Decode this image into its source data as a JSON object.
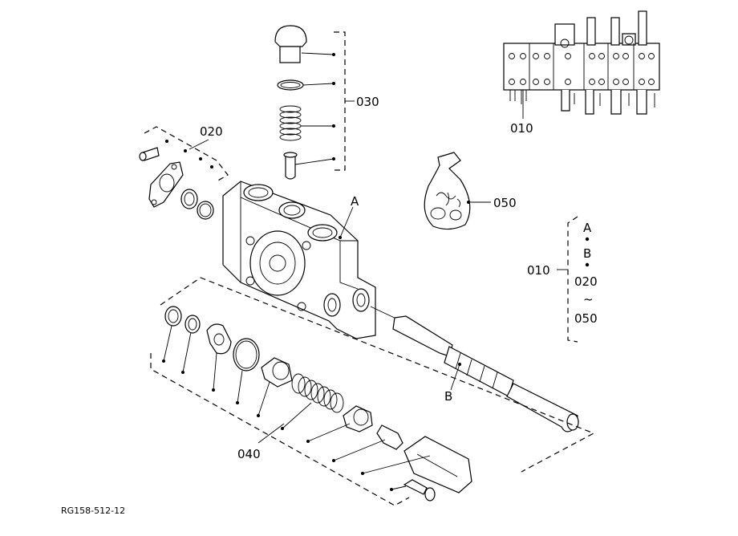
{
  "labels": {
    "p030": "030",
    "p020": "020",
    "p010_top": "010",
    "p050": "050",
    "p010_side": "010",
    "body_a": "A",
    "spool_b": "B",
    "p040": "040"
  },
  "legend": {
    "a": "A",
    "b": "B",
    "from": "020",
    "tilde": "~",
    "to": "050"
  },
  "reference": "RG158-512-12"
}
